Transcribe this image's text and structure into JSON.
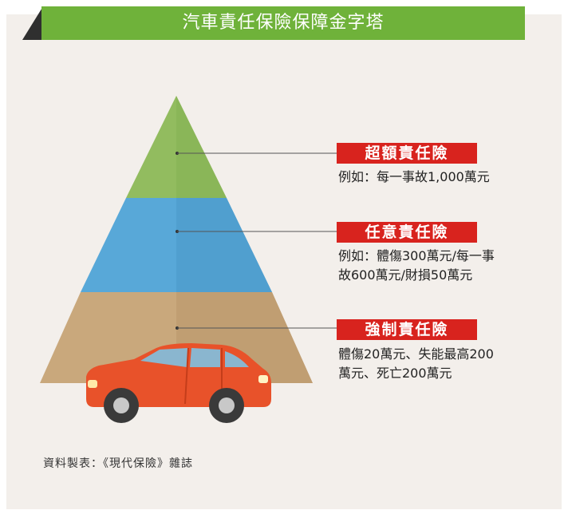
{
  "title": "汽車責任保險保障金字塔",
  "tiers": [
    {
      "name": "超額責任險",
      "description": "例如：每一事故1,000萬元",
      "color": "#92bc5f"
    },
    {
      "name": "任意責任險",
      "description": "例如：體傷300萬元/每一事\n故600萬元/財損50萬元",
      "color": "#58a8d8"
    },
    {
      "name": "強制責任險",
      "description": "體傷20萬元、失能最高200\n萬元、死亡200萬元",
      "color": "#c9a87c"
    }
  ],
  "source": "資料製表：《現代保險》雜誌",
  "colors": {
    "header_bg": "#6fb23a",
    "label_bg": "#d8231e",
    "panel_bg": "#f3efeb",
    "car_body": "#e8522a"
  },
  "icons": [
    "car-icon"
  ]
}
